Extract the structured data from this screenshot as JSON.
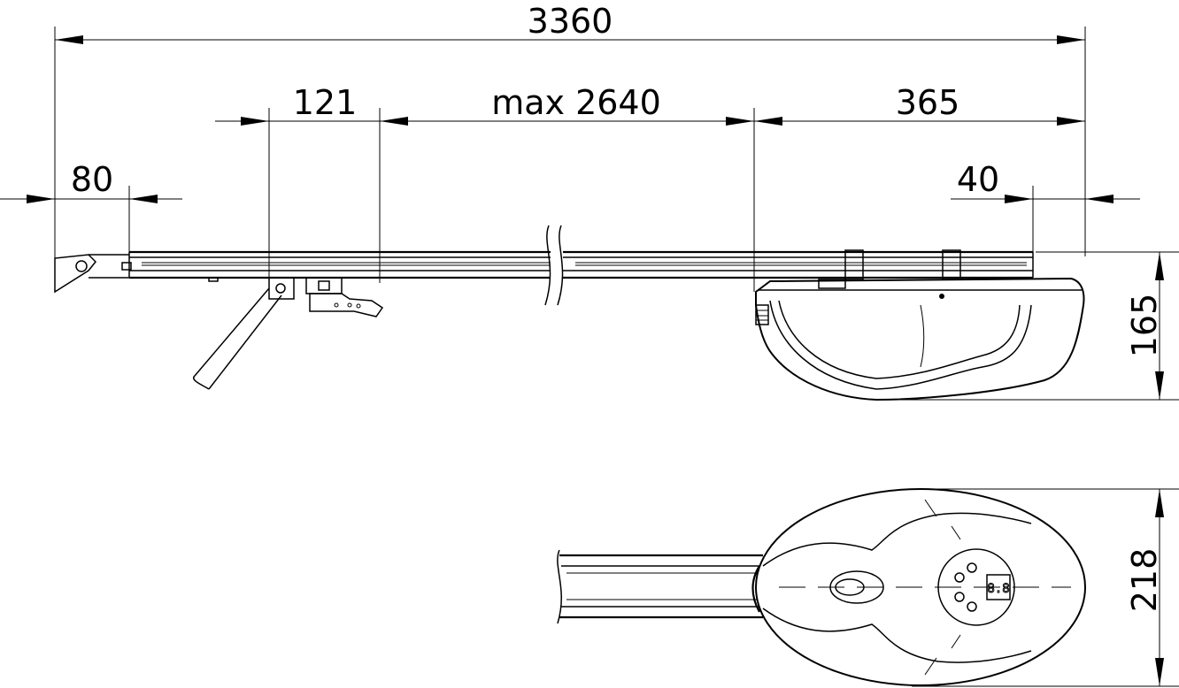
{
  "dimensions": {
    "overall_length": "3360",
    "carriage_width": "121",
    "travel": "max 2640",
    "head_length": "365",
    "front_offset": "80",
    "rear_offset": "40",
    "height": "165",
    "width": "218"
  },
  "colors": {
    "line": "#000000",
    "background": "#ffffff"
  }
}
